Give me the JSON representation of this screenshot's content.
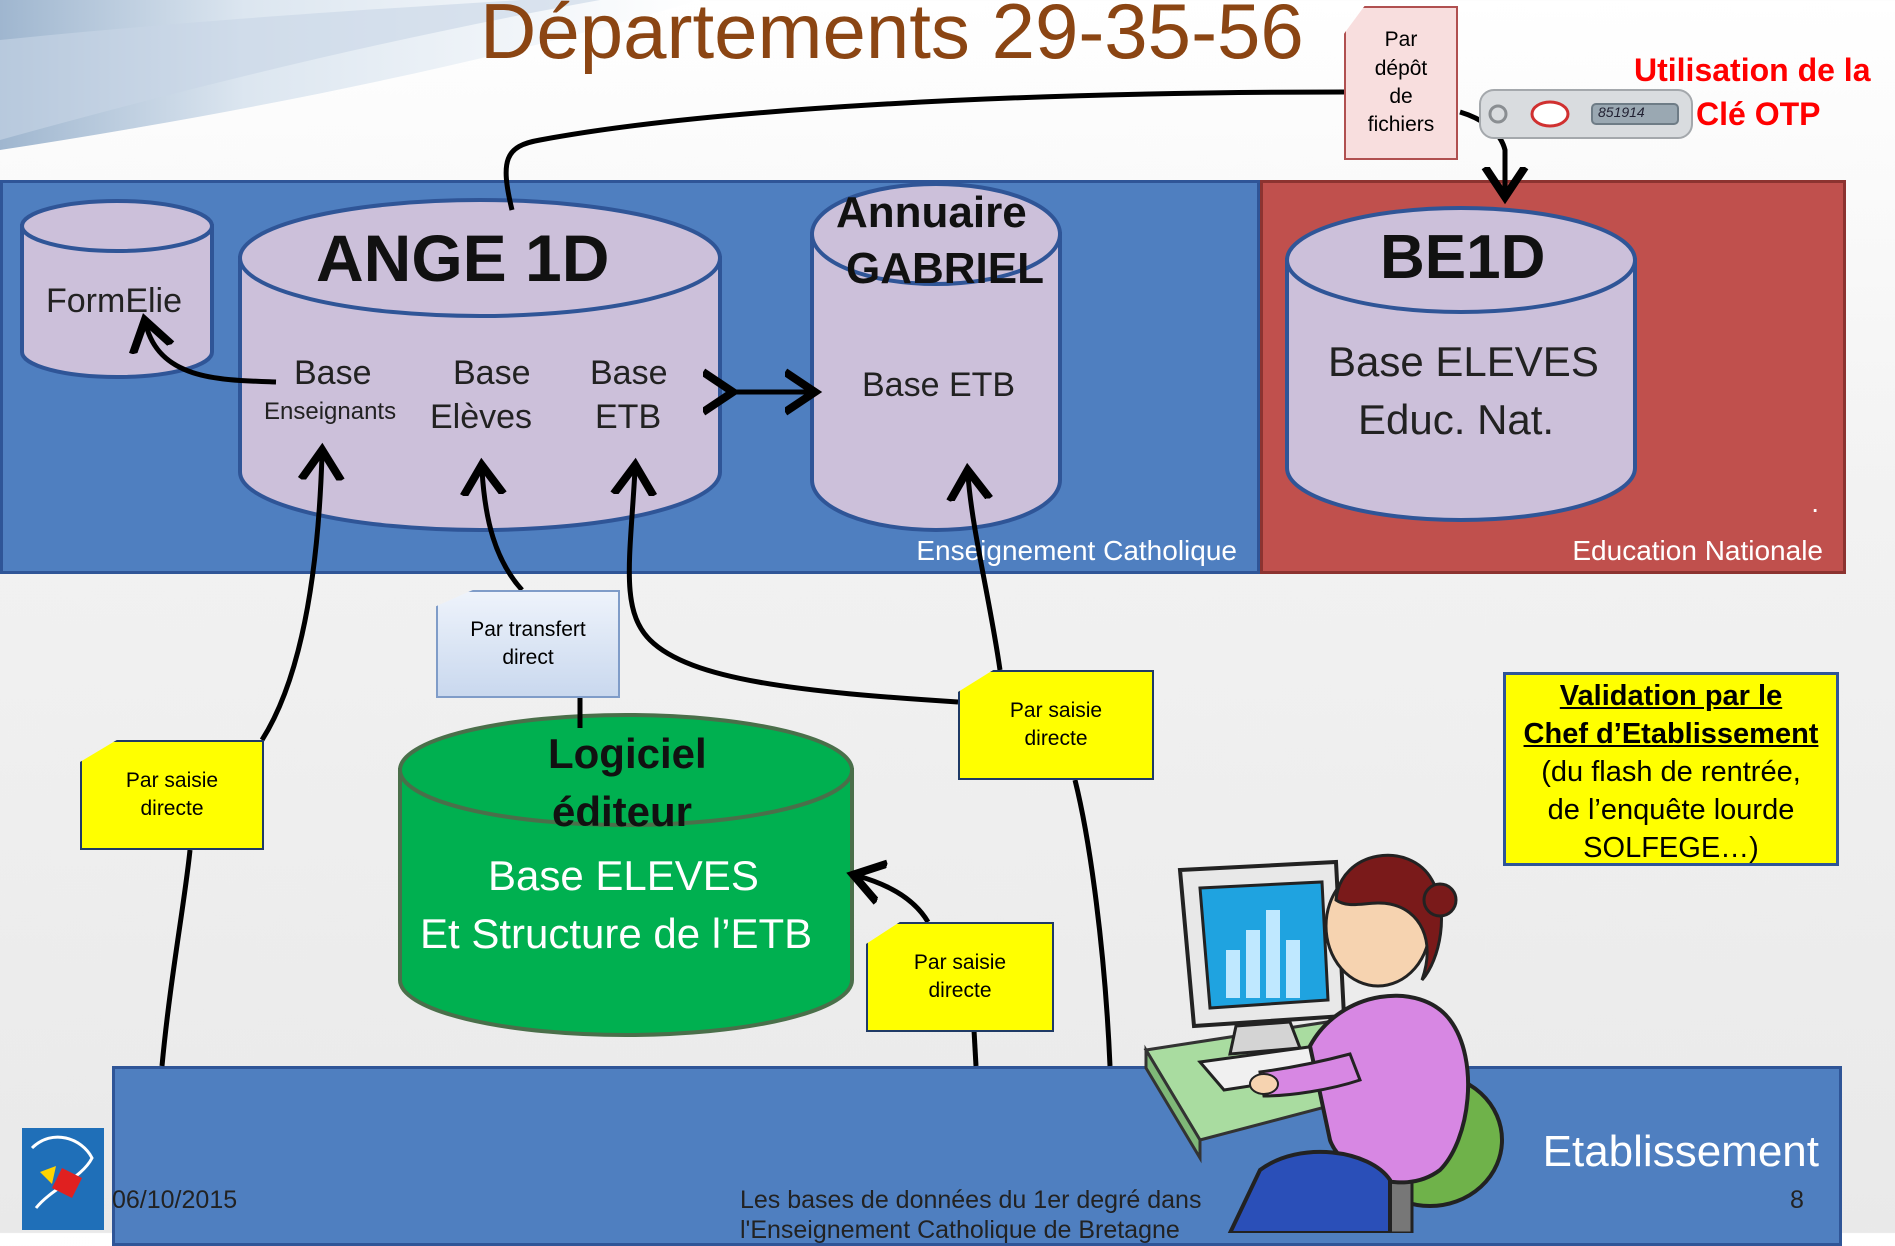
{
  "title": "Départements 29-35-56",
  "zones": {
    "enseignement_catholique": "Enseignement Catholique",
    "education_nationale": "Education Nationale",
    "etablissement": "Etablissement"
  },
  "databases": {
    "formelie": "FormElie",
    "ange1d": {
      "name": "ANGE 1D",
      "base_enseignants_1": "Base",
      "base_enseignants_2": "Enseignants",
      "base_eleves_1": "Base",
      "base_eleves_2": "Elèves",
      "base_etb_1": "Base",
      "base_etb_2": "ETB"
    },
    "gabriel": {
      "name_1": "Annuaire",
      "name_2": "GABRIEL",
      "base": "Base ETB"
    },
    "be1d": {
      "name": "BE1D",
      "line_1": "Base ELEVES",
      "line_2": "Educ. Nat."
    },
    "logiciel": {
      "name_1": "Logiciel",
      "name_2": "éditeur",
      "line_1": "Base  ELEVES",
      "line_2": "Et Structure de l’ETB"
    }
  },
  "notes": {
    "depot": [
      "Par",
      "dépôt",
      "de",
      "fichiers"
    ],
    "transfert": [
      "Par transfert",
      "direct"
    ],
    "saisie_left": [
      "Par saisie",
      "directe"
    ],
    "saisie_right": [
      "Par saisie",
      "directe"
    ],
    "saisie_center": [
      "Par saisie",
      "directe"
    ]
  },
  "otp": {
    "label_1": "Utilisation de la",
    "label_2": "Clé OTP",
    "token_number": "851914"
  },
  "validation": {
    "line_1": "Validation  par  le",
    "line_2": "Chef d’Etablissement",
    "line_3": "(du flash de rentrée,",
    "line_4": "de l’enquête lourde",
    "line_5": "SOLFEGE…)"
  },
  "footer": {
    "date": "06/10/2015",
    "caption_1": "Les bases de données du 1er degré dans",
    "caption_2": "l'Enseignement Catholique de Bretagne",
    "page": "8"
  },
  "colors": {
    "title": "#8b4513",
    "catholique_zone": "#4f7fc0",
    "nationale_zone": "#c0504d",
    "cylinder": "#ccc0da",
    "logiciel": "#00b050",
    "note_yellow": "#ffff00",
    "otp_label": "#ff0000"
  }
}
